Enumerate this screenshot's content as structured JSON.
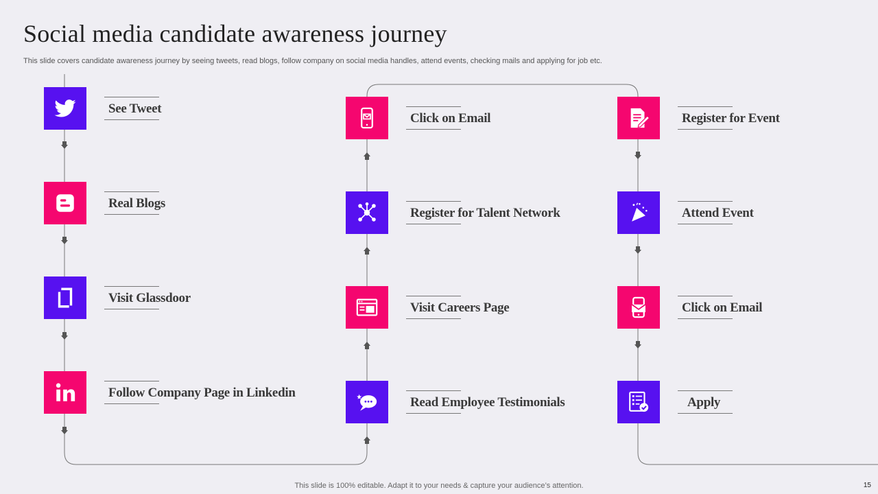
{
  "title": "Social media candidate awareness journey",
  "subtitle": "This slide covers candidate awareness journey by seeing tweets, read blogs, follow company on social media handles, attend events, checking mails and applying for job etc.",
  "colors": {
    "purple": "#5711f0",
    "pink": "#f5066f",
    "text": "#3a3a3a",
    "line": "#777777"
  },
  "steps": [
    {
      "label": "See Tweet",
      "icon": "twitter-icon",
      "color": "purple"
    },
    {
      "label": "Real Blogs",
      "icon": "blogger-icon",
      "color": "pink"
    },
    {
      "label": "Visit Glassdoor",
      "icon": "glassdoor-icon",
      "color": "purple"
    },
    {
      "label": "Follow Company Page in Linkedin",
      "icon": "linkedin-icon",
      "color": "pink"
    },
    {
      "label": "Read Employee Testimonials",
      "icon": "chat-bubble-icon",
      "color": "purple"
    },
    {
      "label": "Visit Careers Page",
      "icon": "web-page-icon",
      "color": "pink"
    },
    {
      "label": "Register for Talent Network",
      "icon": "network-icon",
      "color": "purple"
    },
    {
      "label": "Click on Email",
      "icon": "mobile-email-icon",
      "color": "pink"
    },
    {
      "label": "Register for Event",
      "icon": "form-edit-icon",
      "color": "pink"
    },
    {
      "label": "Attend Event",
      "icon": "party-popper-icon",
      "color": "purple"
    },
    {
      "label": "Click on Email",
      "icon": "mobile-email-icon",
      "color": "pink"
    },
    {
      "label": "Apply",
      "icon": "checklist-icon",
      "color": "purple"
    }
  ],
  "footer": "This slide is 100% editable. Adapt it to your needs & capture your audience’s attention.",
  "page_number": "15"
}
